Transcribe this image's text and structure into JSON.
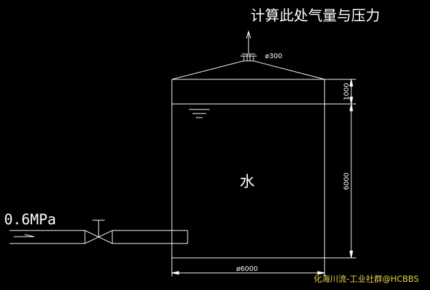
{
  "title": "计算此处气量与压力",
  "nozzle_dim": "ø300",
  "tank_label": "水",
  "inlet_pressure": "0.6MPa",
  "height_top_dim": "1000",
  "height_water_dim": "6000",
  "diameter_dim": "ø6000",
  "watermark": "化海川流-工业社群@HCBBS",
  "colors": {
    "background": "#000000",
    "lines": "#ffffff",
    "watermark": "#e8d44a"
  }
}
